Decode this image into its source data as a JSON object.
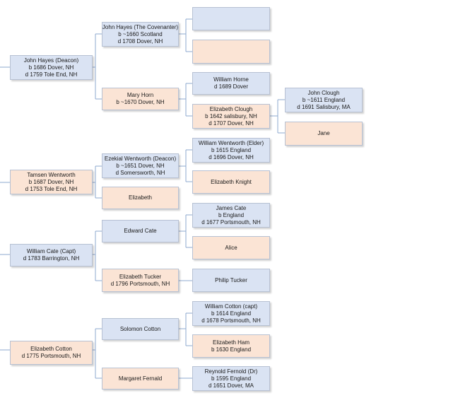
{
  "people": {
    "john_hayes_deacon": {
      "name": "John Hayes (Deacon)",
      "l1": "b 1686 Dover, NH",
      "l2": "d 1759 Tole End, NH"
    },
    "tamsen_wentworth": {
      "name": "Tamsen Wentworth",
      "l1": "b 1687 Dover, NH",
      "l2": "d 1753 Tole End, NH"
    },
    "william_cate": {
      "name": "William Cate (Capt)",
      "l1": "d 1783 Barrington, NH"
    },
    "elizabeth_cotton": {
      "name": "Elizabeth Cotton",
      "l1": "d 1775 Portsmouth, NH"
    },
    "john_hayes_covenanter": {
      "name": "John Hayes (The Covenanter)",
      "l1": "b ~1660 Scotland",
      "l2": "d 1708 Dover, NH"
    },
    "mary_horn": {
      "name": "Mary Horn",
      "l1": "b ~1670 Dover, NH"
    },
    "ezekial_wentworth": {
      "name": "Ezekial Wentworth (Deacon)",
      "l1": "b ~1651 Dover, NH",
      "l2": "d Somersworth, NH"
    },
    "elizabeth_1": {
      "name": "Elizabeth"
    },
    "edward_cate": {
      "name": "Edward Cate"
    },
    "elizabeth_tucker": {
      "name": "Elizabeth Tucker",
      "l1": "d 1796 Portsmouth, NH"
    },
    "solomon_cotton": {
      "name": "Solomon Cotton"
    },
    "margaret_fernald": {
      "name": "Margaret Fernald"
    },
    "william_horne": {
      "name": "William Horne",
      "l1": "d 1689 Dover"
    },
    "elizabeth_clough": {
      "name": "Elizabeth Clough",
      "l1": "b 1642 salisbury, NH",
      "l2": "d 1707 Dover, NH"
    },
    "william_wentworth": {
      "name": "William Wentworth (Elder)",
      "l1": "b 1615 England",
      "l2": "d 1696 Dover, NH"
    },
    "elizabeth_knight": {
      "name": "Elizabeth Knight"
    },
    "james_cate": {
      "name": "James Cate",
      "l1": "b England",
      "l2": "d 1677 Portsmouth, NH"
    },
    "alice": {
      "name": "Alice"
    },
    "philip_tucker": {
      "name": "Philip Tucker"
    },
    "william_cotton": {
      "name": "William Cotton (capt)",
      "l1": "b 1614 England",
      "l2": "d 1678 Portsmouth, NH"
    },
    "elizabeth_ham": {
      "name": "Elizabeth Ham",
      "l1": "b 1630 England"
    },
    "reynold_fernold": {
      "name": "Reynold Fernold (Dr)",
      "l1": "b 1595 England",
      "l2": "d 1651 Dover, MA"
    },
    "john_clough": {
      "name": "John Clough",
      "l1": "b ~1611 England",
      "l2": "d 1691 Salisbury, MA"
    },
    "jane": {
      "name": "Jane"
    }
  },
  "colors": {
    "male_fill": "#dae3f3",
    "female_fill": "#fbe4d5",
    "connector": "#8ea8cf"
  }
}
